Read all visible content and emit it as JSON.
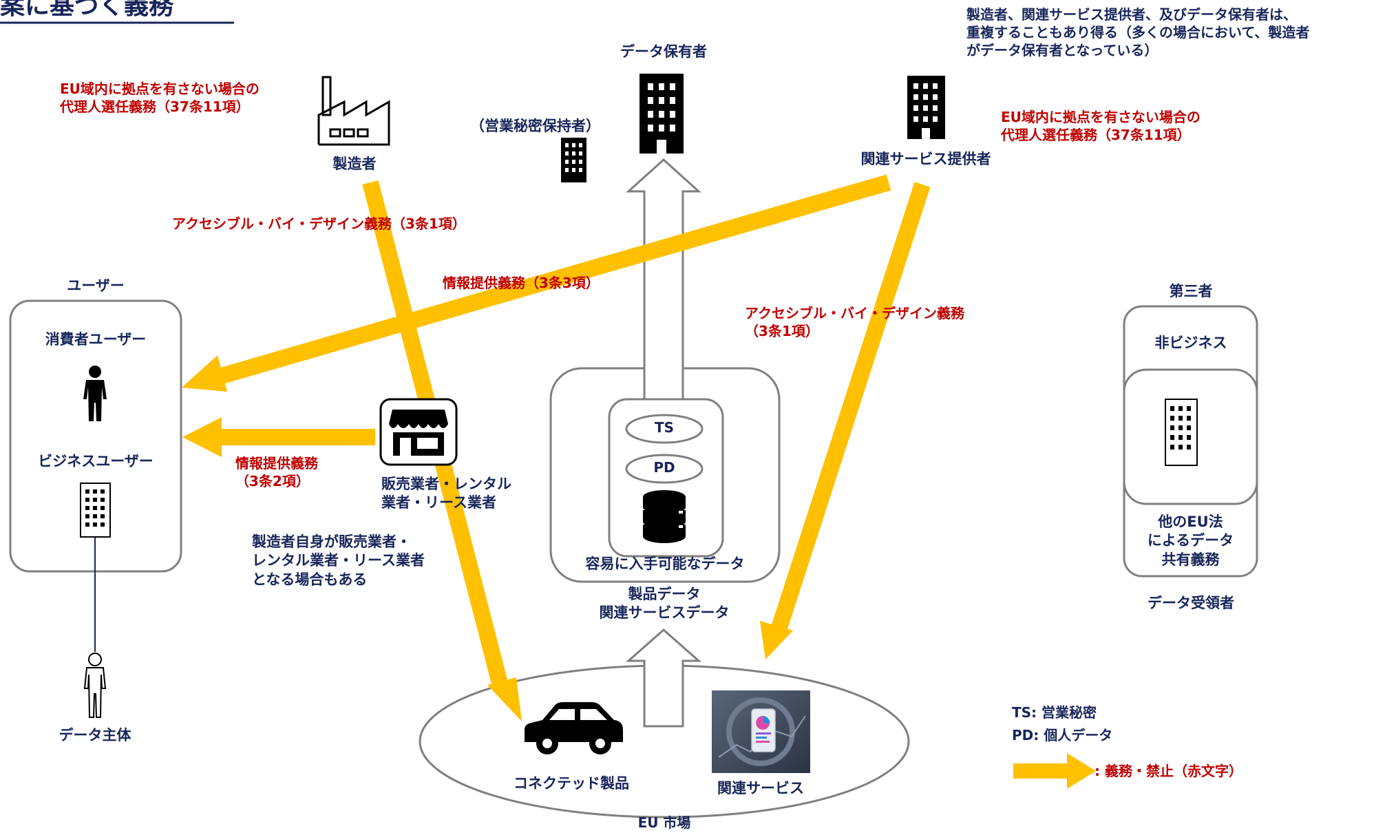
{
  "colors": {
    "navy": "#17255a",
    "red": "#c00000",
    "arrow": "#ffc000",
    "box_border": "#7f7f7f"
  },
  "header": {
    "title": "案に基づく義務"
  },
  "top_note": {
    "lines": [
      "製造者、関連サービス提供者、及びデータ保有者は、",
      "重複することもあり得る（多くの場合において、製造者",
      "がデータ保有者となっている）"
    ]
  },
  "actors": {
    "data_holder": "データ保有者",
    "trade_secret_holder": "（営業秘密保持者）",
    "manufacturer": "製造者",
    "related_service_provider": "関連サービス提供者",
    "user_group": "ユーザー",
    "consumer_user": "消費者ユーザー",
    "business_user": "ビジネスユーザー",
    "data_subject": "データ主体",
    "third_party": "第三者",
    "non_business": "非ビジネス",
    "other_eu_law": [
      "他のEU法",
      "によるデータ",
      "共有義務"
    ],
    "data_recipient": "データ受領者",
    "seller": [
      "販売業者・レンタル",
      "業者・リース業者"
    ],
    "seller_note": [
      "製造者自身が販売業者・",
      "レンタル業者・リース業者",
      "となる場合もある"
    ]
  },
  "obligations": {
    "rep_left": [
      "EU域内に拠点を有さない場合の",
      "代理人選任義務（37条11項）"
    ],
    "rep_right": [
      "EU域内に拠点を有さない場合の",
      "代理人選任義務（37条11項）"
    ],
    "access_design_left": "アクセシブル・バイ・デザイン義務（3条1項）",
    "info_3_3": "情報提供義務（3条3項）",
    "access_design_right": [
      "アクセシブル・バイ・デザイン義務",
      "（3条1項）"
    ],
    "info_3_2": [
      "情報提供義務",
      "（3条2項）"
    ]
  },
  "data_box": {
    "ts": "TS",
    "pd": "PD",
    "readily_available": "容易に入手可能なデータ",
    "product_data": [
      "製品データ",
      "関連サービスデータ"
    ]
  },
  "market": {
    "label": "EU 市場",
    "connected_product": "コネクテッド製品",
    "related_service": "関連サービス"
  },
  "legend": {
    "ts": "TS: 営業秘密",
    "pd": "PD: 個人データ",
    "arrow": ": 義務・禁止（赤文字）"
  },
  "icons": {
    "data_holder": "office-building-icon",
    "trade_secret_holder": "small-building-icon",
    "manufacturer": "factory-icon",
    "related_service_provider": "office-building-icon",
    "consumer_user": "person-icon",
    "business_user": "office-building-icon",
    "data_subject": "person-outline-icon",
    "seller": "storefront-icon",
    "database": "database-icon",
    "connected_product": "car-icon",
    "related_service": "smartphone-analytics-icon",
    "third_party": "office-building-icon"
  }
}
